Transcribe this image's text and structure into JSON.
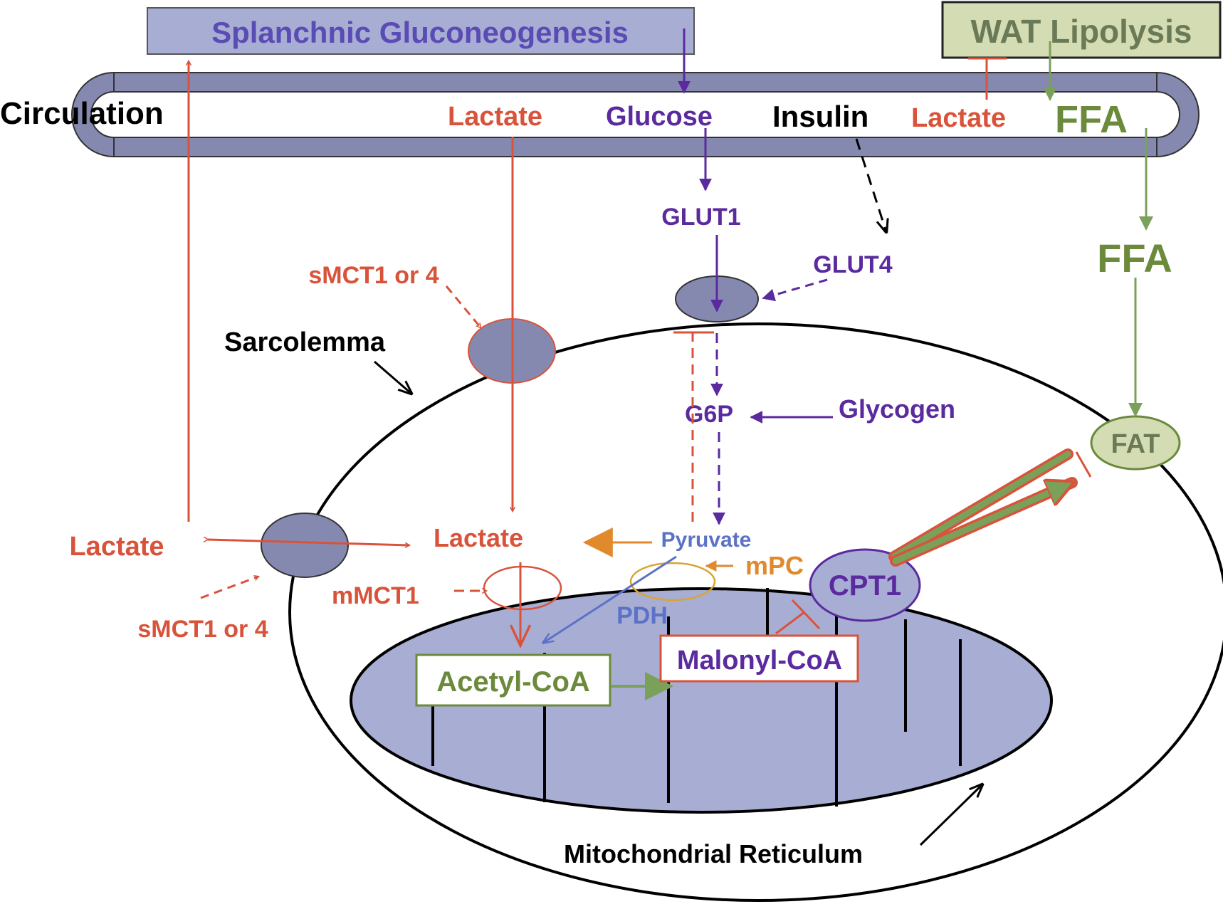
{
  "labels": {
    "splanchnic": "Splanchnic Gluconeogenesis",
    "wat": "WAT Lipolysis",
    "circulation": "Circulation",
    "lactate_circ": "Lactate",
    "glucose_circ": "Glucose",
    "insulin": "Insulin",
    "lactate_circ2": "Lactate",
    "ffa_circ": "FFA",
    "glut1": "GLUT1",
    "glut4": "GLUT4",
    "ffa": "FFA",
    "smct_top": "sMCT1 or 4",
    "sarcolemma": "Sarcolemma",
    "g6p": "G6P",
    "glycogen": "Glycogen",
    "fat": "FAT",
    "lactate_ext": "Lactate",
    "lactate_int": "Lactate",
    "pyruvate": "Pyruvate",
    "mpc": "mPC",
    "mmct1": "mMCT1",
    "smct_bottom": "sMCT1 or 4",
    "pdh": "PDH",
    "cpt1": "CPT1",
    "acetyl_coa": "Acetyl-CoA",
    "malonyl_coa": "Malonyl-CoA",
    "mito": "Mitochondrial Reticulum"
  },
  "colors": {
    "lactate": "#d9533b",
    "glucose": "#5a2a9e",
    "ffa": "#6b8a3c",
    "ffa_arrow": "#7aa05a",
    "membrane_fill": "#8589b0",
    "mito_fill": "#a8aed3",
    "pyruvate": "#5b72c7",
    "mpc": "#e08a2c",
    "black": "#000000"
  }
}
